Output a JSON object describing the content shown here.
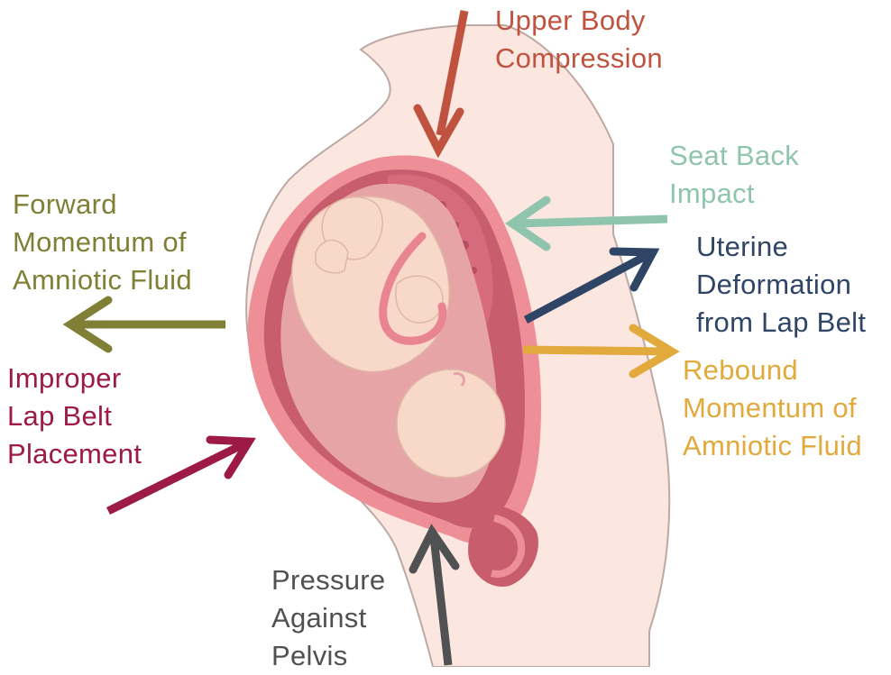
{
  "labels": {
    "upper_body": [
      "Upper Body",
      "Compression"
    ],
    "seat_back": [
      "Seat Back",
      "Impact"
    ],
    "forward_momentum": [
      "Forward",
      "Momentum of",
      "Amniotic Fluid"
    ],
    "uterine_deformation": [
      "Uterine",
      "Deformation",
      "from Lap Belt"
    ],
    "improper_lap_belt": [
      "Improper",
      "Lap Belt",
      "Placement"
    ],
    "rebound_momentum": [
      "Rebound",
      "Momentum of",
      "Amniotic Fluid"
    ],
    "pelvis_pressure": [
      "Pressure",
      "Against",
      "Pelvis"
    ]
  },
  "colors": {
    "upper_body": "#c0533f",
    "seat_back": "#8fc4ad",
    "forward_momentum": "#7f7f35",
    "uterine_deformation": "#2f4566",
    "improper_lap_belt": "#9c1a45",
    "rebound_momentum": "#e2a93c",
    "pelvis_pressure": "#4f5152",
    "body_skin": "#fbe6e0",
    "uterus_outer": "#ee8e97",
    "uterus_inner": "#c85d6e",
    "fluid": "#e7a4a6",
    "fetus_skin": "#f8d8c8"
  }
}
